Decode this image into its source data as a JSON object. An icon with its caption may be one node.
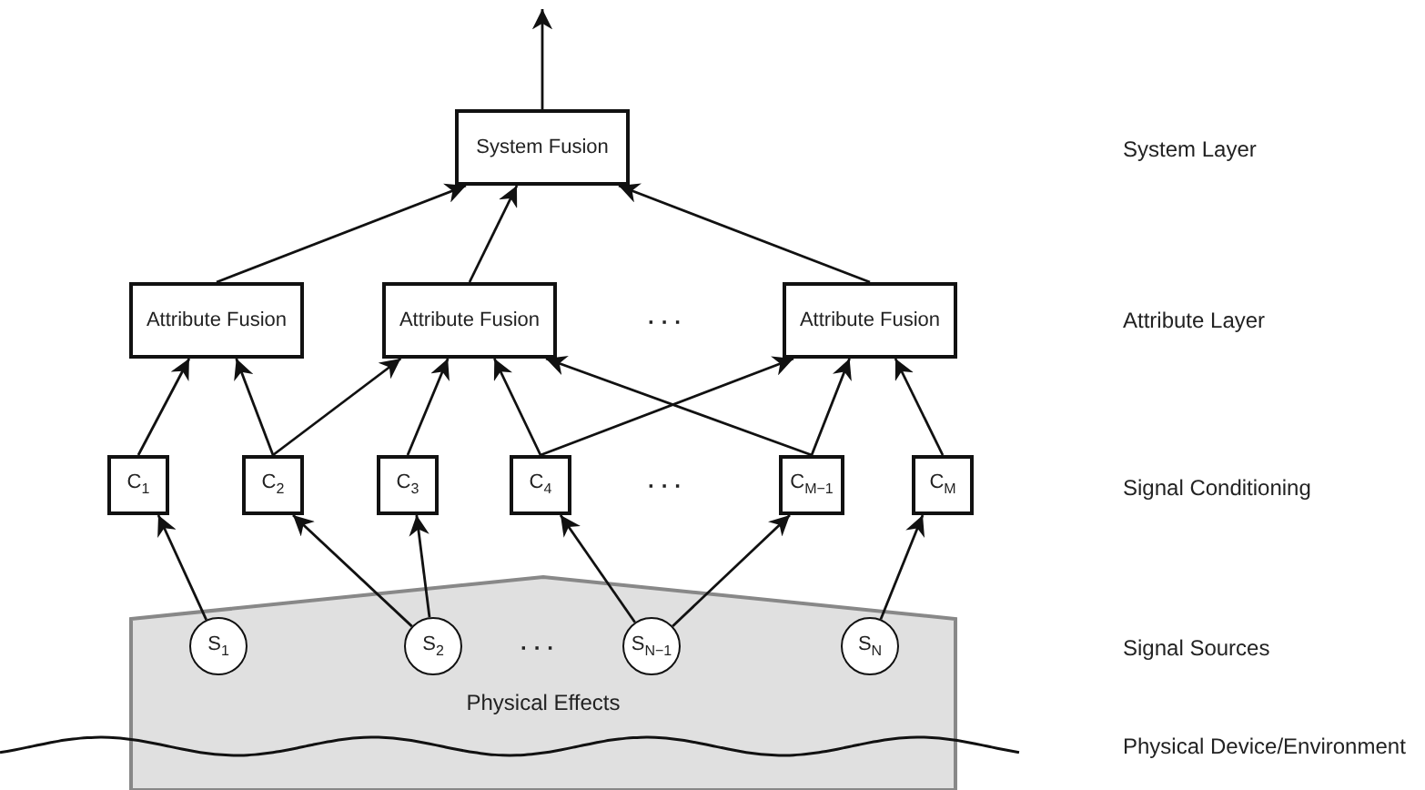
{
  "diagram": {
    "nodes": [
      {
        "text": [
          "System Fusion"
        ]
      },
      {
        "text": [
          "Attribute Fusion"
        ]
      },
      {
        "text": [
          "Attribute Fusion"
        ]
      },
      {
        "text": [
          "Attribute Fusion"
        ]
      },
      {
        "text": [
          "C$_{1}$"
        ]
      },
      {
        "text": [
          "C$_{2}$"
        ]
      },
      {
        "text": [
          "C$_{3}$"
        ]
      },
      {
        "text": [
          "C$_{4}$"
        ]
      },
      {
        "text": [
          "C$_{M−1}$"
        ]
      },
      {
        "text": [
          "C$_{M}$"
        ]
      },
      {
        "text": [
          "Physical Effects"
        ]
      },
      {
        "text": [
          "S$_{1}$"
        ],
        "in": 10
      },
      {
        "text": [
          "S$_{2}$"
        ],
        "in": 10
      },
      {
        "text": [
          "S$_{N−1}$"
        ],
        "in": 10
      },
      {
        "text": [
          "S$_{N}$"
        ],
        "in": 10
      }
    ],
    "edges": [
      {
        "from": 0,
        "to": null,
        "arrow": "to"
      },
      {
        "from": 1,
        "to": 0,
        "arrow": "to"
      },
      {
        "from": 2,
        "to": 0,
        "arrow": "to"
      },
      {
        "from": 3,
        "to": 0,
        "arrow": "to"
      },
      {
        "from": 4,
        "to": 1,
        "arrow": "to"
      },
      {
        "from": 5,
        "to": 1,
        "arrow": "to"
      },
      {
        "from": 5,
        "to": 2,
        "arrow": "to"
      },
      {
        "from": 6,
        "to": 2,
        "arrow": "to"
      },
      {
        "from": 7,
        "to": 2,
        "arrow": "to"
      },
      {
        "from": 7,
        "to": 3,
        "arrow": "to"
      },
      {
        "from": 8,
        "to": 2,
        "arrow": "to"
      },
      {
        "from": 8,
        "to": 3,
        "arrow": "to"
      },
      {
        "from": 9,
        "to": 3,
        "arrow": "to"
      },
      {
        "from": 11,
        "to": 4,
        "arrow": "to"
      },
      {
        "from": 12,
        "to": 5,
        "arrow": "to"
      },
      {
        "from": 12,
        "to": 6,
        "arrow": "to"
      },
      {
        "from": 13,
        "to": 7,
        "arrow": "to"
      },
      {
        "from": 13,
        "to": 8,
        "arrow": "to"
      },
      {
        "from": 14,
        "to": 9,
        "arrow": "to"
      }
    ],
    "labels": [
      "· · ·",
      "· · ·",
      "· · ·",
      "System Layer",
      "Attribute Layer",
      "Signal Conditioning",
      "Signal Sources",
      "Physical Device/Environment"
    ]
  }
}
